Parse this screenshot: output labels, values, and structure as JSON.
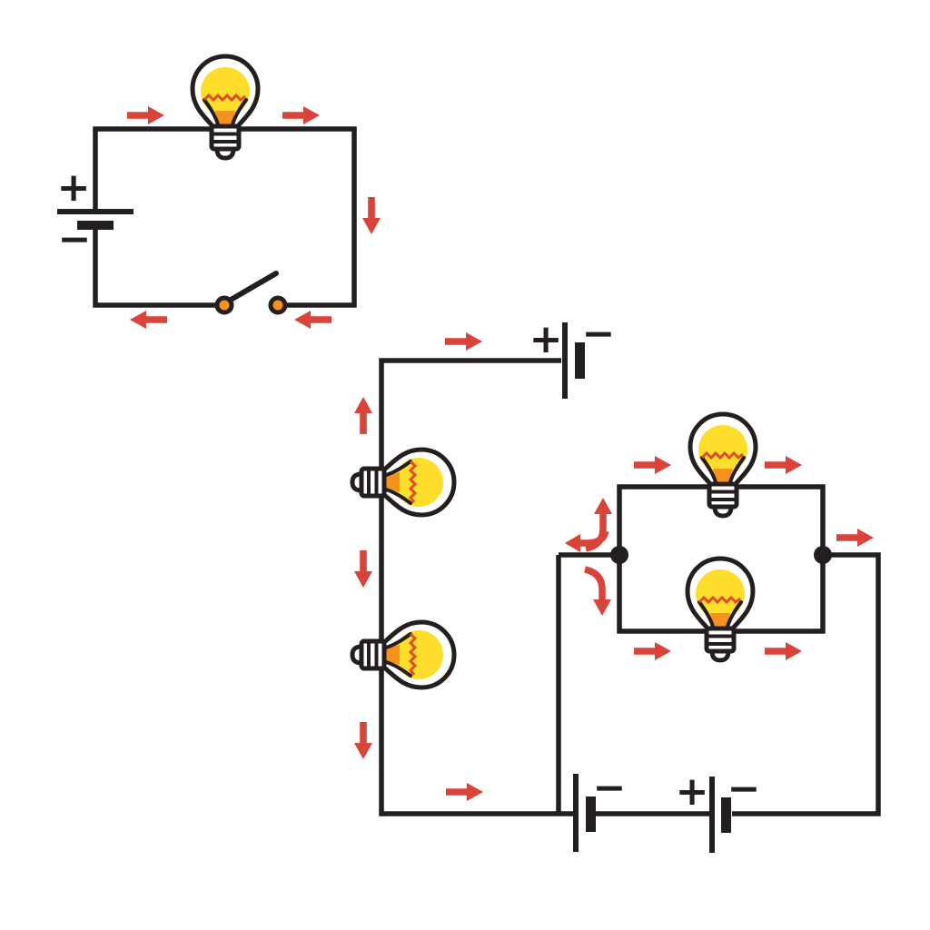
{
  "diagram": {
    "background": "#ffffff",
    "colors": {
      "wire": "#231f20",
      "arrow": "#d8433a",
      "bulb_glow": "#ffdd2b",
      "bulb_filament": "#e04b28",
      "bulb_stem": "#f5921e",
      "switch_terminal": "#f5921e",
      "junction_node": "#231f20"
    },
    "circuit1": {
      "name": "Series circuit with one bulb and open switch",
      "battery": {
        "plus": "+",
        "minus": "−"
      },
      "bulb_count": 1,
      "switch_state": "open",
      "arrow_count": 5
    },
    "circuit2": {
      "name": "Series circuit with two bulbs",
      "battery": {
        "plus": "+",
        "minus": "−"
      },
      "bulb_count": 2,
      "arrow_count": 5
    },
    "circuit3": {
      "name": "Parallel circuit with two bulbs and two batteries",
      "battery_left": {
        "minus": "−"
      },
      "battery_right": {
        "plus": "+",
        "minus": "−"
      },
      "bulb_count": 2,
      "junction_node_count": 2,
      "arrow_count": 8
    }
  }
}
